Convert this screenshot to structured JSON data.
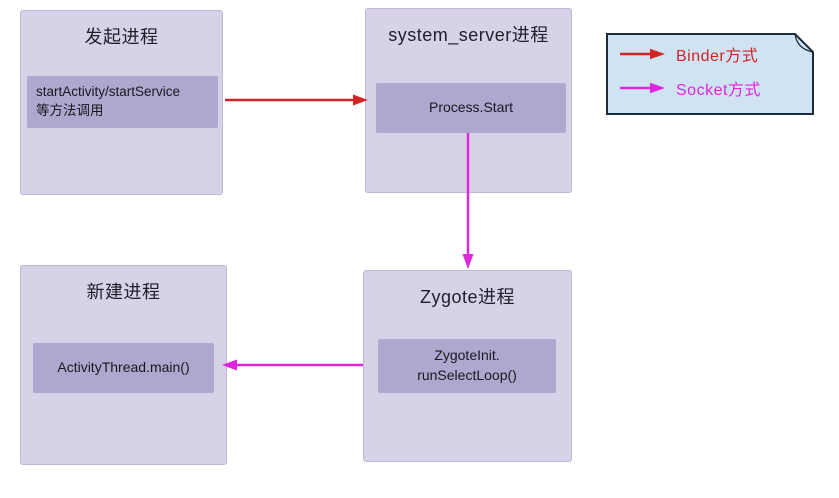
{
  "colors": {
    "binder": "#d22327",
    "socket": "#de26dc",
    "box_fill": "#d8d2e8",
    "node_fill": "#b0a7ce",
    "legend_fill": "#cfe3f2",
    "legend_border": "#1d2b3a",
    "text": "#1e1f29"
  },
  "boxes": {
    "initiator": {
      "title": "发起进程",
      "body": "startActivity/startService\n等方法调用"
    },
    "system_server": {
      "title": "system_server进程",
      "body": "Process.Start"
    },
    "new_process": {
      "title": "新建进程",
      "body": "ActivityThread.main()"
    },
    "zygote": {
      "title": "Zygote进程",
      "body": "ZygoteInit.\nrunSelectLoop()"
    }
  },
  "legend": {
    "items": [
      {
        "label": "Binder方式",
        "type": "binder"
      },
      {
        "label": "Socket方式",
        "type": "socket"
      }
    ]
  },
  "arrows": [
    {
      "name": "binder-start-request",
      "from": "initiator",
      "to": "system_server",
      "type": "binder"
    },
    {
      "name": "socket-fork-request",
      "from": "system_server",
      "to": "zygote",
      "type": "socket"
    },
    {
      "name": "socket-new-process-main",
      "from": "zygote",
      "to": "new_process",
      "type": "socket"
    }
  ]
}
